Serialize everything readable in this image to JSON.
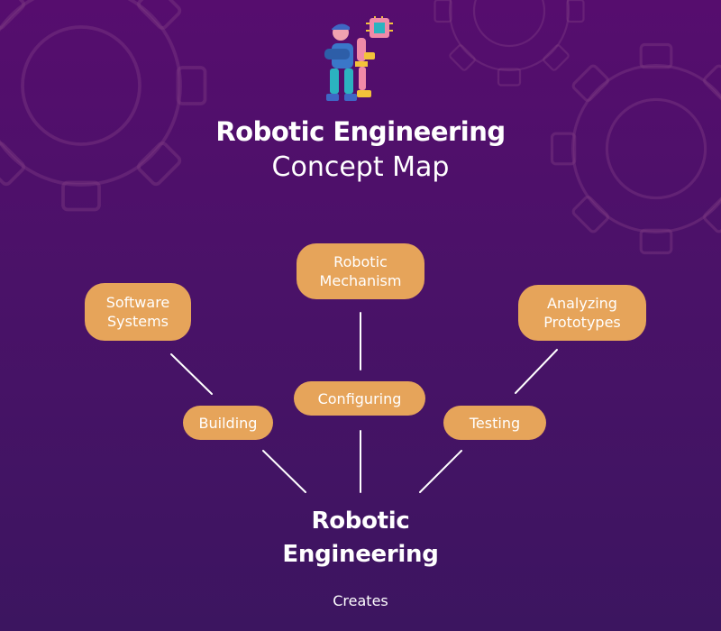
{
  "title": {
    "line1": "Robotic Engineering",
    "line2": "Concept Map"
  },
  "concepts": {
    "software_systems": "Software\nSystems",
    "robotic_mechanism": "Robotic\nMechanism",
    "analyzing_prototypes": "Analyzing\nPrototypes",
    "building": "Building",
    "configuring": "Configuring",
    "testing": "Testing"
  },
  "center": {
    "line1": "Robotic",
    "line2": "Engineering"
  },
  "footer": {
    "label": "Creates"
  },
  "colors": {
    "background_top": "#560d6e",
    "background_bottom": "#3c1560",
    "node_fill": "#e6a45a",
    "gear_stroke": "#7d3a82",
    "text": "#ffffff"
  },
  "icons": {
    "header": "robot-engineer-illustration",
    "background": "gear-outline-icons"
  }
}
